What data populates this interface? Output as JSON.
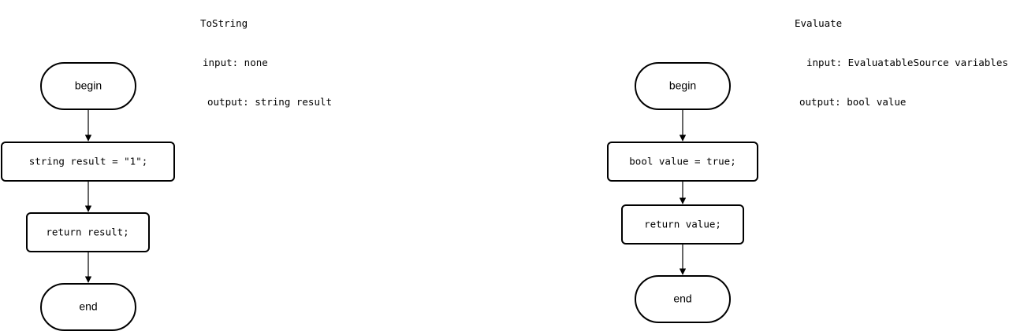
{
  "diagrams": [
    {
      "title": "ToString",
      "input": "input: none",
      "output": "output: string result",
      "nodes": [
        {
          "kind": "terminal",
          "text": "begin"
        },
        {
          "kind": "process",
          "text": "string result = \"1\";"
        },
        {
          "kind": "process",
          "text": "return result;"
        },
        {
          "kind": "terminal",
          "text": "end"
        }
      ]
    },
    {
      "title": "Evaluate",
      "input": "input: EvaluatableSource variables",
      "output": "output: bool value",
      "nodes": [
        {
          "kind": "terminal",
          "text": "begin"
        },
        {
          "kind": "process",
          "text": "bool value = true;"
        },
        {
          "kind": "process",
          "text": "return value;"
        },
        {
          "kind": "terminal",
          "text": "end"
        }
      ]
    }
  ]
}
